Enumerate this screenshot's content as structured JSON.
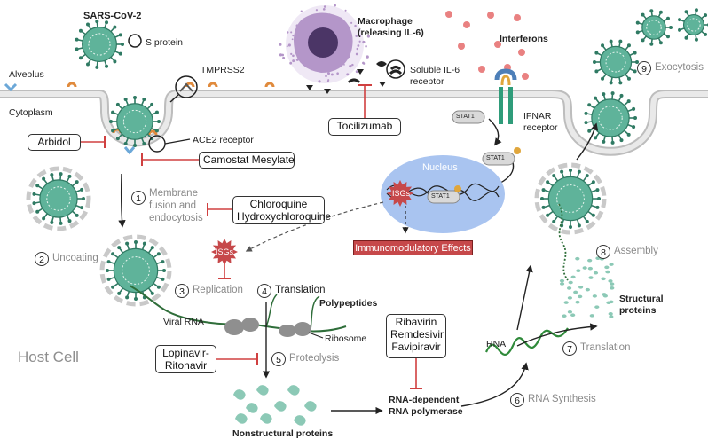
{
  "labels": {
    "sars": "SARS-CoV-2",
    "sprotein": "S protein",
    "alveolus": "Alveolus",
    "cytoplasm": "Cytoplasm",
    "tmprss2": "TMPRSS2",
    "macrophage_l1": "Macrophage",
    "macrophage_l2": "(releasing IL-6)",
    "soluble_l1": "Soluble IL-6",
    "soluble_l2": "receptor",
    "interferons": "Interferons",
    "ifnar_l1": "IFNAR",
    "ifnar_l2": "receptor",
    "stat1": "STAT1",
    "nucleus": "Nucleus",
    "isgs": "ISGs",
    "ace2": "ACE2 receptor",
    "viral_rna": "Viral RNA",
    "polypeptides": "Polypeptides",
    "ribosome": "Ribosome",
    "host_cell": "Host Cell",
    "nonstructural": "Nonstructural proteins",
    "rdrp_l1": "RNA-dependent",
    "rdrp_l2": "RNA polymerase",
    "rna": "RNA",
    "structural_l1": "Structural",
    "structural_l2": "proteins",
    "immuno": "Immunomodulatory Effects"
  },
  "drugs": {
    "arbidol": "Arbidol",
    "camostat": "Camostat Mesylate",
    "tocilizumab": "Tocilizumab",
    "chloroquine_l1": "Chloroquine",
    "chloroquine_l2": "Hydroxychloroquine",
    "lopinavir_l1": "Lopinavir-",
    "lopinavir_l2": "Ritonavir",
    "rdv_l1": "Ribavirin",
    "rdv_l2": "Remdesivir",
    "rdv_l3": "Favipiravir"
  },
  "steps": [
    {
      "num": "1",
      "text_l1": "Membrane",
      "text_l2": "fusion and",
      "text_l3": "endocytosis"
    },
    {
      "num": "2",
      "text": "Uncoating"
    },
    {
      "num": "3",
      "text": "Replication"
    },
    {
      "num": "4",
      "text": "Translation"
    },
    {
      "num": "5",
      "text": "Proteolysis"
    },
    {
      "num": "6",
      "text": "RNA Synthesis"
    },
    {
      "num": "7",
      "text": "Translation"
    },
    {
      "num": "8",
      "text": "Assembly"
    },
    {
      "num": "9",
      "text": "Exocytosis"
    }
  ],
  "colors": {
    "virus_core": "#5fb39a",
    "virus_spike": "#2f7a63",
    "membrane": "#d3d3d3",
    "inhibitor": "#d04040",
    "nucleus": "#a9c4f0",
    "interferon": "#e98181",
    "macrophage": "#b496c9",
    "protein": "#8cc9b6",
    "ace2": "#e08a3c",
    "receptor_blue": "#6ca8d8"
  }
}
